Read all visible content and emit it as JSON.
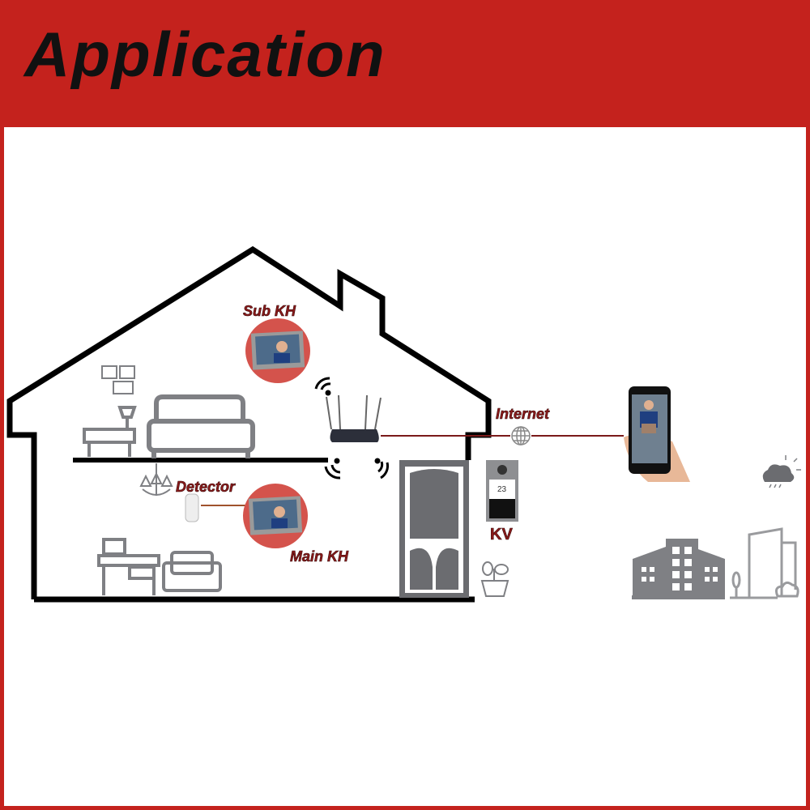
{
  "header": {
    "title": "Application"
  },
  "labels": {
    "sub_kh": "Sub KH",
    "main_kh": "Main KH",
    "detector": "Detector",
    "internet": "Internet",
    "kv": "KV"
  },
  "door_station": {
    "display_number": "23"
  },
  "colors": {
    "brand_red": "#c4221d",
    "label_red": "#8b1a1a",
    "icon_gray": "#7f8084",
    "circle_red": "#d4534c"
  }
}
